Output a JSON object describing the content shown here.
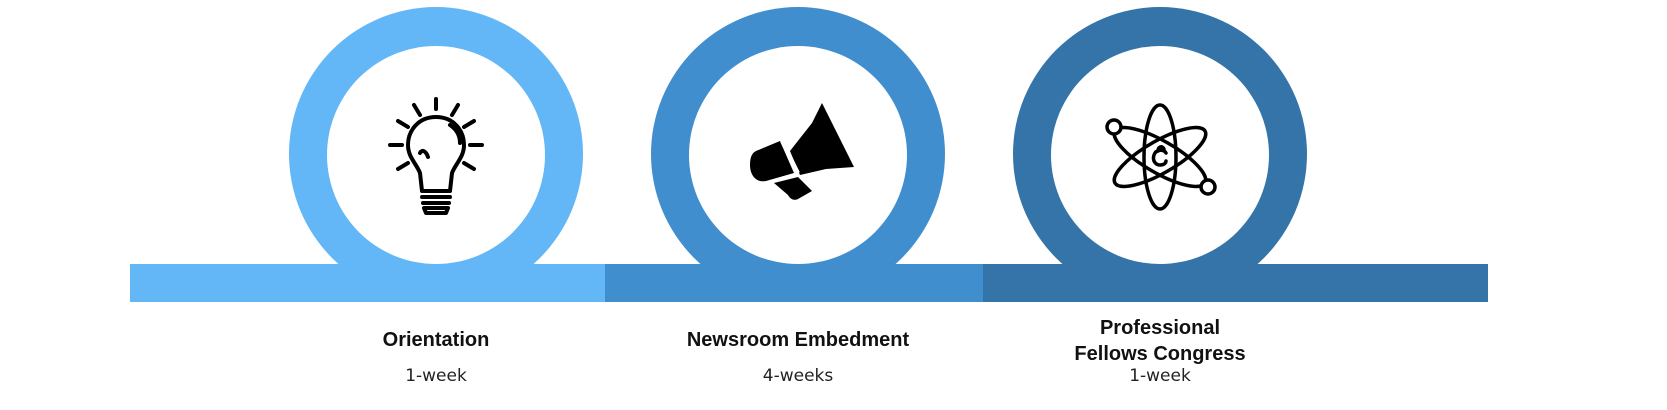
{
  "colors": {
    "stage1": "#63b7f7",
    "stage2": "#418ecf",
    "stage3": "#3474a8",
    "icon": "#000000",
    "background": "#ffffff"
  },
  "stages": [
    {
      "title": "Orientation",
      "duration": "1-week",
      "icon": "lightbulb-icon"
    },
    {
      "title": "Newsroom Embedment",
      "duration": "4-weeks",
      "icon": "megaphone-icon"
    },
    {
      "title": "Professional\nFellows  Congress",
      "duration": "1-week",
      "icon": "atom-icon"
    }
  ]
}
